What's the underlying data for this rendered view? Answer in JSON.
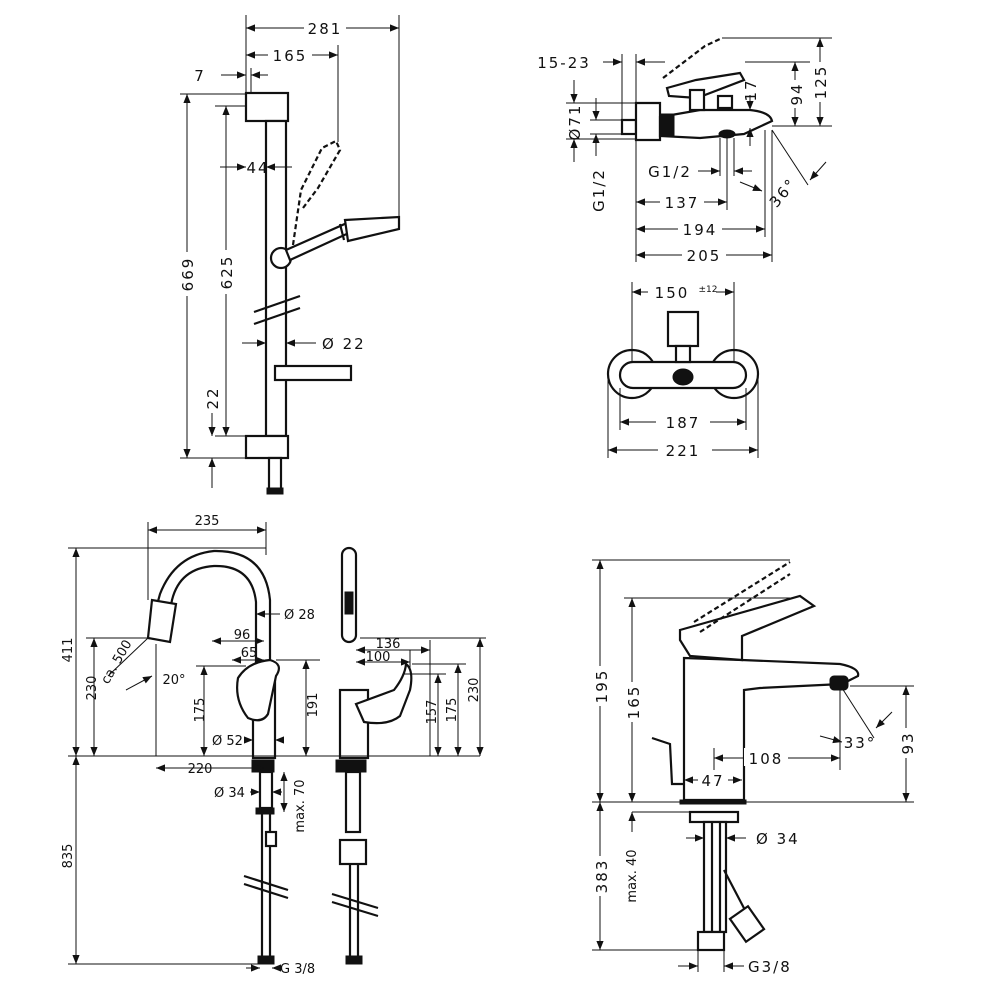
{
  "shower_set": {
    "dims": {
      "width_total": "281",
      "width_hand": "165",
      "wall_gap": "7",
      "rail_offset": "44",
      "height_total": "669",
      "height_rail": "625",
      "bottom": "22",
      "rail_diameter": "Ø 22"
    }
  },
  "bath_mixer_side": {
    "dims": {
      "connection_range": "15-23",
      "diameter": "Ø71",
      "thread_vertical": "G1/2",
      "thread": "G1/2",
      "lever_offset": "17",
      "height_94": "94",
      "height_125": "125",
      "depth_137": "137",
      "depth_194": "194",
      "depth_205": "205",
      "angle": "36°"
    }
  },
  "bath_mixer_front": {
    "dims": {
      "centers": "150",
      "tolerance": "±12",
      "width_187": "187",
      "width_221": "221"
    }
  },
  "kitchen_mixer": {
    "dims": {
      "reach": "235",
      "spout_diameter": "Ø 28",
      "d96": "96",
      "d65": "65",
      "d136": "136",
      "d100": "100",
      "height_411": "411",
      "height_230": "230",
      "hose_length": "ca. 500",
      "angle": "20°",
      "height_175": "175",
      "height_191": "191",
      "height_157": "157",
      "height_175b": "175",
      "height_230b": "230",
      "base_diameter": "Ø 52",
      "swing": "220",
      "shank_diameter": "Ø 34",
      "max_70": "max. 70",
      "below_835": "835",
      "thread": "G 3/8"
    }
  },
  "basin_mixer": {
    "dims": {
      "height_195": "195",
      "height_165": "165",
      "reach": "108",
      "base": "47",
      "angle": "33°",
      "height_93": "93",
      "shank_diameter": "Ø 34",
      "max_40": "max. 40",
      "below_383": "383",
      "thread": "G3/8"
    }
  }
}
